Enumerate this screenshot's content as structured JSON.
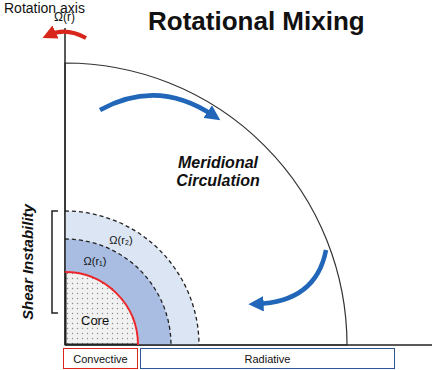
{
  "diagram": {
    "title": "Rotational Mixing",
    "nodes": [
      {
        "text": [
          "Core"
        ]
      },
      {
        "text": [
          "Convective"
        ]
      },
      {
        "text": [
          "Radiative"
        ]
      }
    ],
    "labels": [
      "Rotation axis",
      "Ω(r)",
      "Meridional Circulation",
      "Shear Instability",
      "Ω(r₂)",
      "Ω(r₁)"
    ]
  }
}
